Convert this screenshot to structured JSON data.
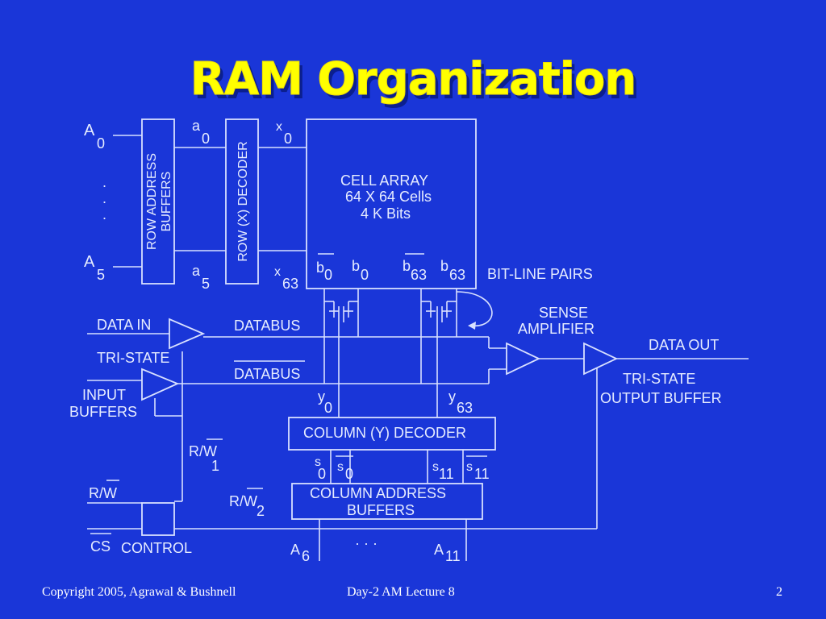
{
  "slide": {
    "title": "RAM Organization",
    "footer_left": "Copyright 2005, Agrawal & Bushnell",
    "footer_center": "Day-2 AM Lecture 8",
    "page_number": "2"
  },
  "diagram": {
    "row_address_buffers": [
      "ROW ADDRESS",
      "BUFFERS"
    ],
    "row_decoder": "ROW (X) DECODER",
    "cell_array": [
      "CELL ARRAY",
      "64 X 64 Cells",
      "4 K Bits"
    ],
    "bitline_pairs": "BIT-LINE PAIRS",
    "sense_amplifier": [
      "SENSE",
      "AMPLIFIER"
    ],
    "data_in": "DATA IN",
    "tri_state": "TRI-STATE",
    "input_buffers": [
      "INPUT",
      "BUFFERS"
    ],
    "databus": "DATABUS",
    "databus_bar": "DATABUS",
    "data_out": "DATA OUT",
    "output_buffer": [
      "TRI-STATE",
      "OUTPUT BUFFER"
    ],
    "column_decoder": "COLUMN (Y) DECODER",
    "column_address_buffers": [
      "COLUMN ADDRESS",
      "BUFFERS"
    ],
    "control": "CONTROL",
    "rw": "R/W",
    "cs": "CS",
    "sub": {
      "zero": "0",
      "one": "1",
      "two": "2",
      "five": "5",
      "six": "6",
      "eleven": "11",
      "sixty_three": "63"
    },
    "letters": {
      "A": "A",
      "a": "a",
      "x": "x",
      "b": "b",
      "y": "y",
      "s": "s"
    },
    "dot": ".",
    "dots_row": "·   ·   ·"
  }
}
